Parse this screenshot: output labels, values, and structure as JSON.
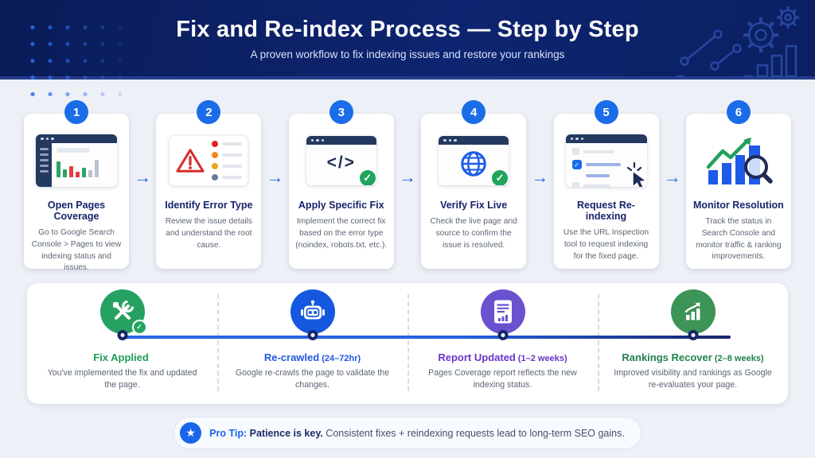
{
  "header": {
    "title": "Fix and Re-index Process — Step by Step",
    "subtitle": "A proven workflow to fix indexing issues and restore your rankings"
  },
  "icons": {
    "arrow": "→",
    "check": "✓",
    "star": "★",
    "code_glyph": "</>"
  },
  "colors": {
    "header_bg": "#0d2167",
    "accent_blue": "#1a6ce8",
    "green": "#21a55d",
    "purple": "#6a52ce",
    "red": "#d92b2b",
    "navy_text": "#17246b"
  },
  "steps": [
    {
      "number": "1",
      "icon": "search-console-window-icon",
      "title": "Open Pages Coverage",
      "description": "Go to Google Search Console > Pages to view indexing status and issues."
    },
    {
      "number": "2",
      "icon": "error-warning-list-icon",
      "title": "Identify Error Type",
      "description": "Review the issue details and understand the root cause."
    },
    {
      "number": "3",
      "icon": "code-fix-check-icon",
      "title": "Apply Specific Fix",
      "description": "Implement the correct fix based on the error type (noindex, robots.txt, etc.)."
    },
    {
      "number": "4",
      "icon": "globe-verify-check-icon",
      "title": "Verify Fix Live",
      "description": "Check the live page and source to confirm the issue is resolved."
    },
    {
      "number": "5",
      "icon": "url-inspection-cursor-icon",
      "title": "Request Re-indexing",
      "description": "Use the URL Inspection tool to request indexing for the fixed page."
    },
    {
      "number": "6",
      "icon": "chart-magnifier-icon",
      "title": "Monitor Resolution",
      "description": "Track the status in Search Console and monitor traffic & ranking improvements."
    }
  ],
  "timeline": {
    "phases": [
      {
        "title": "Fix Applied",
        "duration": "",
        "color": "#1f9d55",
        "icon": "tools-check-icon",
        "description": "You've implemented the fix and updated the page."
      },
      {
        "title": "Re-crawled",
        "duration": "(24–72hr)",
        "color": "#2158e2",
        "icon": "robot-crawler-icon",
        "description": "Google re-crawls the page to validate the changes."
      },
      {
        "title": "Report Updated",
        "duration": "(1–2 weeks)",
        "color": "#6a35c8",
        "icon": "report-document-icon",
        "description": "Pages Coverage report reflects the new indexing status."
      },
      {
        "title": "Rankings Recover",
        "duration": "(2–8 weeks)",
        "color": "#21824d",
        "icon": "growth-chart-icon",
        "description": "Improved visibility and rankings as Google re-evaluates your page."
      }
    ]
  },
  "pro_tip": {
    "label": "Pro Tip:",
    "emphasis": "Patience is key.",
    "text": "Consistent fixes + reindexing requests lead to long-term SEO gains."
  }
}
